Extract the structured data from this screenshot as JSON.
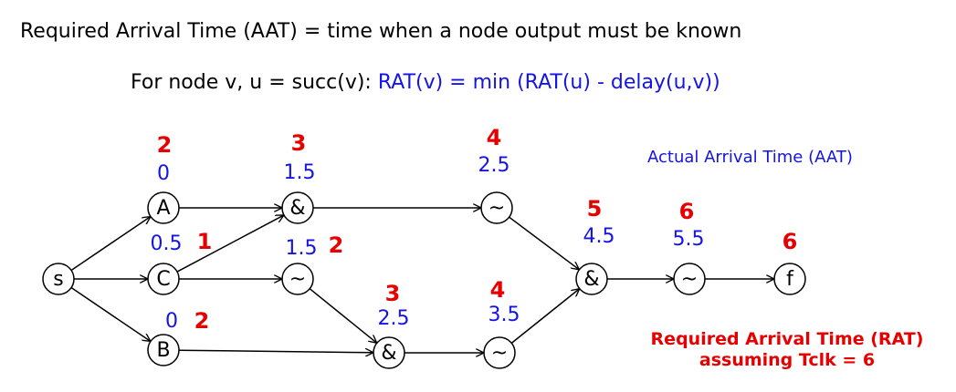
{
  "heading": "Required Arrival Time (AAT) = time when a node output must be known",
  "formula": {
    "prefix": "For node v, u = succ(v): ",
    "expression": "RAT(v) = min (RAT(u) - delay(u,v))"
  },
  "legend": {
    "aat": "Actual Arrival Time (AAT)",
    "rat_line1": "Required Arrival Time (RAT)",
    "rat_line2": "assuming Tclk = 6"
  },
  "colors": {
    "aat": "#1414e6",
    "rat": "#e60000"
  },
  "nodes": [
    {
      "id": "s",
      "label": "s",
      "aat": "",
      "rat": ""
    },
    {
      "id": "A",
      "label": "A",
      "aat": "0",
      "rat": "2"
    },
    {
      "id": "C",
      "label": "C",
      "aat": "0.5",
      "rat": "1"
    },
    {
      "id": "B",
      "label": "B",
      "aat": "0",
      "rat": "2"
    },
    {
      "id": "g1",
      "label": "&",
      "aat": "1.5",
      "rat": "3"
    },
    {
      "id": "g2",
      "label": "~",
      "aat": "1.5",
      "rat": "2"
    },
    {
      "id": "g3",
      "label": "&",
      "aat": "2.5",
      "rat": "3"
    },
    {
      "id": "g4",
      "label": "~",
      "aat": "2.5",
      "rat": "4"
    },
    {
      "id": "g5",
      "label": "~",
      "aat": "3.5",
      "rat": "4"
    },
    {
      "id": "g6",
      "label": "&",
      "aat": "4.5",
      "rat": "5"
    },
    {
      "id": "g7",
      "label": "~",
      "aat": "5.5",
      "rat": "6"
    },
    {
      "id": "f",
      "label": "f",
      "aat": "",
      "rat": "6"
    }
  ],
  "edges": [
    [
      "s",
      "A"
    ],
    [
      "s",
      "C"
    ],
    [
      "s",
      "B"
    ],
    [
      "A",
      "g1"
    ],
    [
      "C",
      "g1"
    ],
    [
      "C",
      "g2"
    ],
    [
      "g1",
      "g4"
    ],
    [
      "g2",
      "g3"
    ],
    [
      "B",
      "g3"
    ],
    [
      "g3",
      "g5"
    ],
    [
      "g4",
      "g6"
    ],
    [
      "g5",
      "g6"
    ],
    [
      "g6",
      "g7"
    ],
    [
      "g7",
      "f"
    ]
  ]
}
